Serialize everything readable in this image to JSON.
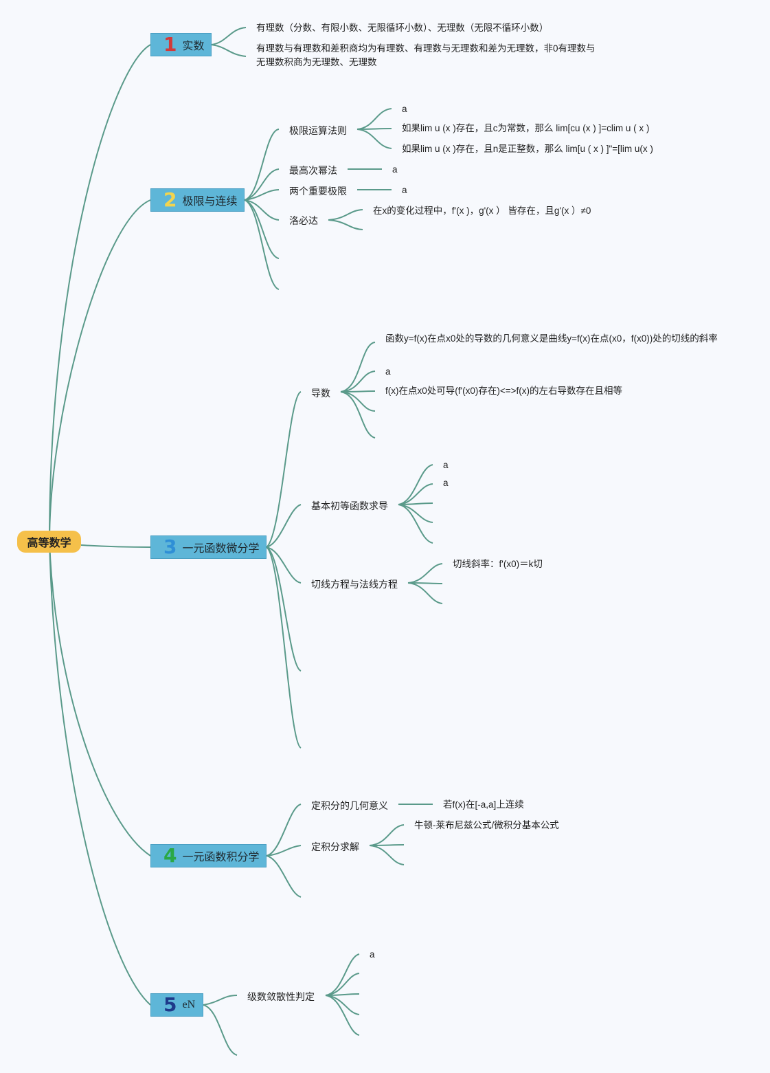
{
  "root": {
    "label": "高等数学"
  },
  "branches": [
    {
      "num": "1",
      "num_color": "#d23a3a",
      "label": "实数"
    },
    {
      "num": "2",
      "num_color": "#f2d44e",
      "label": "极限与连续"
    },
    {
      "num": "3",
      "num_color": "#2f8fd6",
      "label": "一元函数微分学"
    },
    {
      "num": "4",
      "num_color": "#2aa845",
      "label": "一元函数积分学"
    },
    {
      "num": "5",
      "num_color": "#1e3a8a",
      "label": "eN"
    }
  ],
  "b1": {
    "leaf1": "有理数（分数、有限小数、无限循环小数）、无理数（无限不循环小数）",
    "leaf2": "有理数与有理数和差积商均为有理数、有理数与无理数和差为无理数，非0有理数与无理数积商为无理数、无理数"
  },
  "b2": {
    "sub1": "极限运算法则",
    "sub1_leaves": [
      "a",
      "如果lim u (x )存在，且c为常数，那么 lim[cu (x ) ]=clim u ( x )",
      "如果lim u (x )存在，且n是正整数，那么 lim[u ( x ) ]\"=[lim u(x )"
    ],
    "sub2": "最高次幂法",
    "sub2_leaf": "a",
    "sub3": "两个重要极限",
    "sub3_leaf": "a",
    "sub4": "洛必达",
    "sub4_leaf": "在x的变化过程中，f'(x )，g'(x ） 皆存在，且g'(x ）≠0"
  },
  "b3": {
    "sub1": "导数",
    "sub1_leaves": [
      "函数y=f(x)在点x0处的导数的几何意义是曲线y=f(x)在点(x0，f(x0))处的切线的斜率",
      "a",
      "f(x)在点x0处可导(f'(x0)存在)<=>f(x)的左右导数存在且相等"
    ],
    "sub2": "基本初等函数求导",
    "sub2_leaves": [
      "a",
      "a"
    ],
    "sub3": "切线方程与法线方程",
    "sub3_leaf": "切线斜率：f'(x0)＝k切"
  },
  "b4": {
    "sub1": "定积分的几何意义",
    "sub1_leaf": "若f(x)在[-a,a]上连续",
    "sub2": "定积分求解",
    "sub2_leaf": "牛顿-莱布尼兹公式/微积分基本公式"
  },
  "b5": {
    "sub1": "级数敛散性判定",
    "sub1_leaf": "a"
  }
}
